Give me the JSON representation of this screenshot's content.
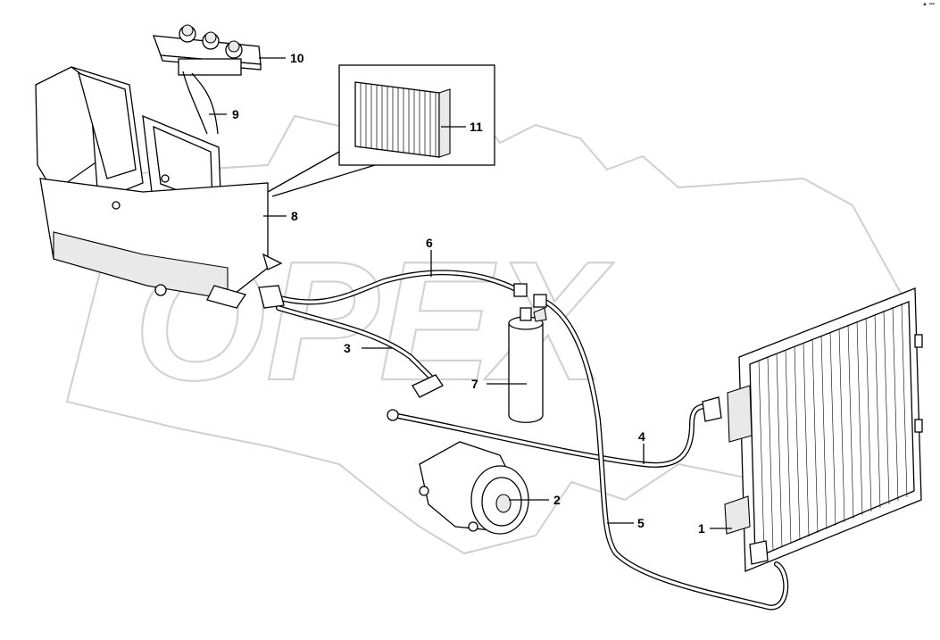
{
  "watermark": {
    "text": "OPEX"
  },
  "corner_mark": "▲ ▪▪▪",
  "callouts": [
    {
      "id": "1",
      "text": "1"
    },
    {
      "id": "2",
      "text": "2"
    },
    {
      "id": "3",
      "text": "3"
    },
    {
      "id": "4",
      "text": "4"
    },
    {
      "id": "5",
      "text": "5"
    },
    {
      "id": "6",
      "text": "6"
    },
    {
      "id": "7",
      "text": "7"
    },
    {
      "id": "8",
      "text": "8"
    },
    {
      "id": "9",
      "text": "9"
    },
    {
      "id": "10",
      "text": "10"
    },
    {
      "id": "11",
      "text": "11"
    }
  ]
}
